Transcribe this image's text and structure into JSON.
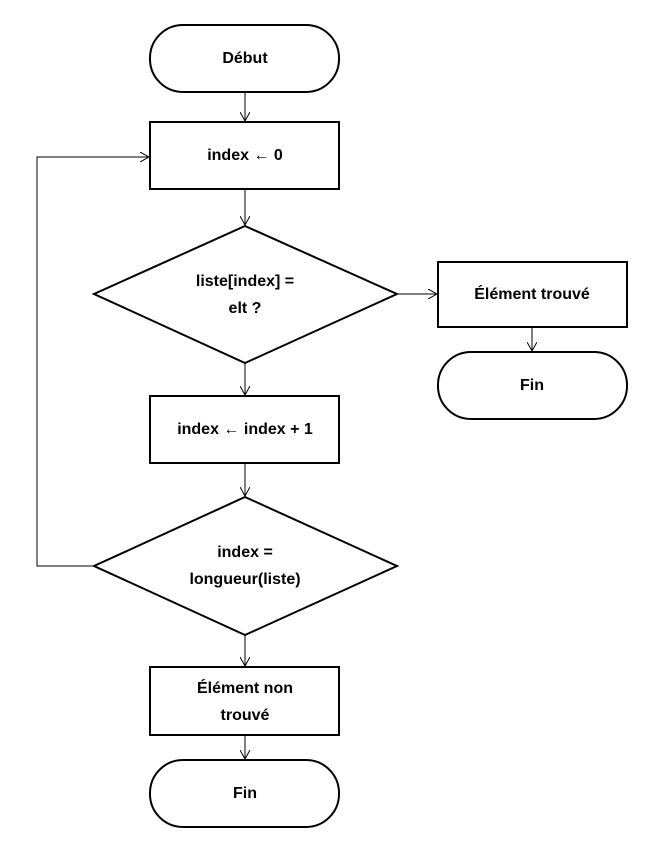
{
  "nodes": {
    "start": "Début",
    "init": "index ← 0",
    "test_line1": "liste[index] =",
    "test_line2": "elt ?",
    "found": "Élément trouvé",
    "end_found": "Fin",
    "increment": "index ← index + 1",
    "check_line1": "index =",
    "check_line2": "longueur(liste)",
    "not_found_line1": "Élément non",
    "not_found_line2": "trouvé",
    "end_not_found": "Fin"
  }
}
